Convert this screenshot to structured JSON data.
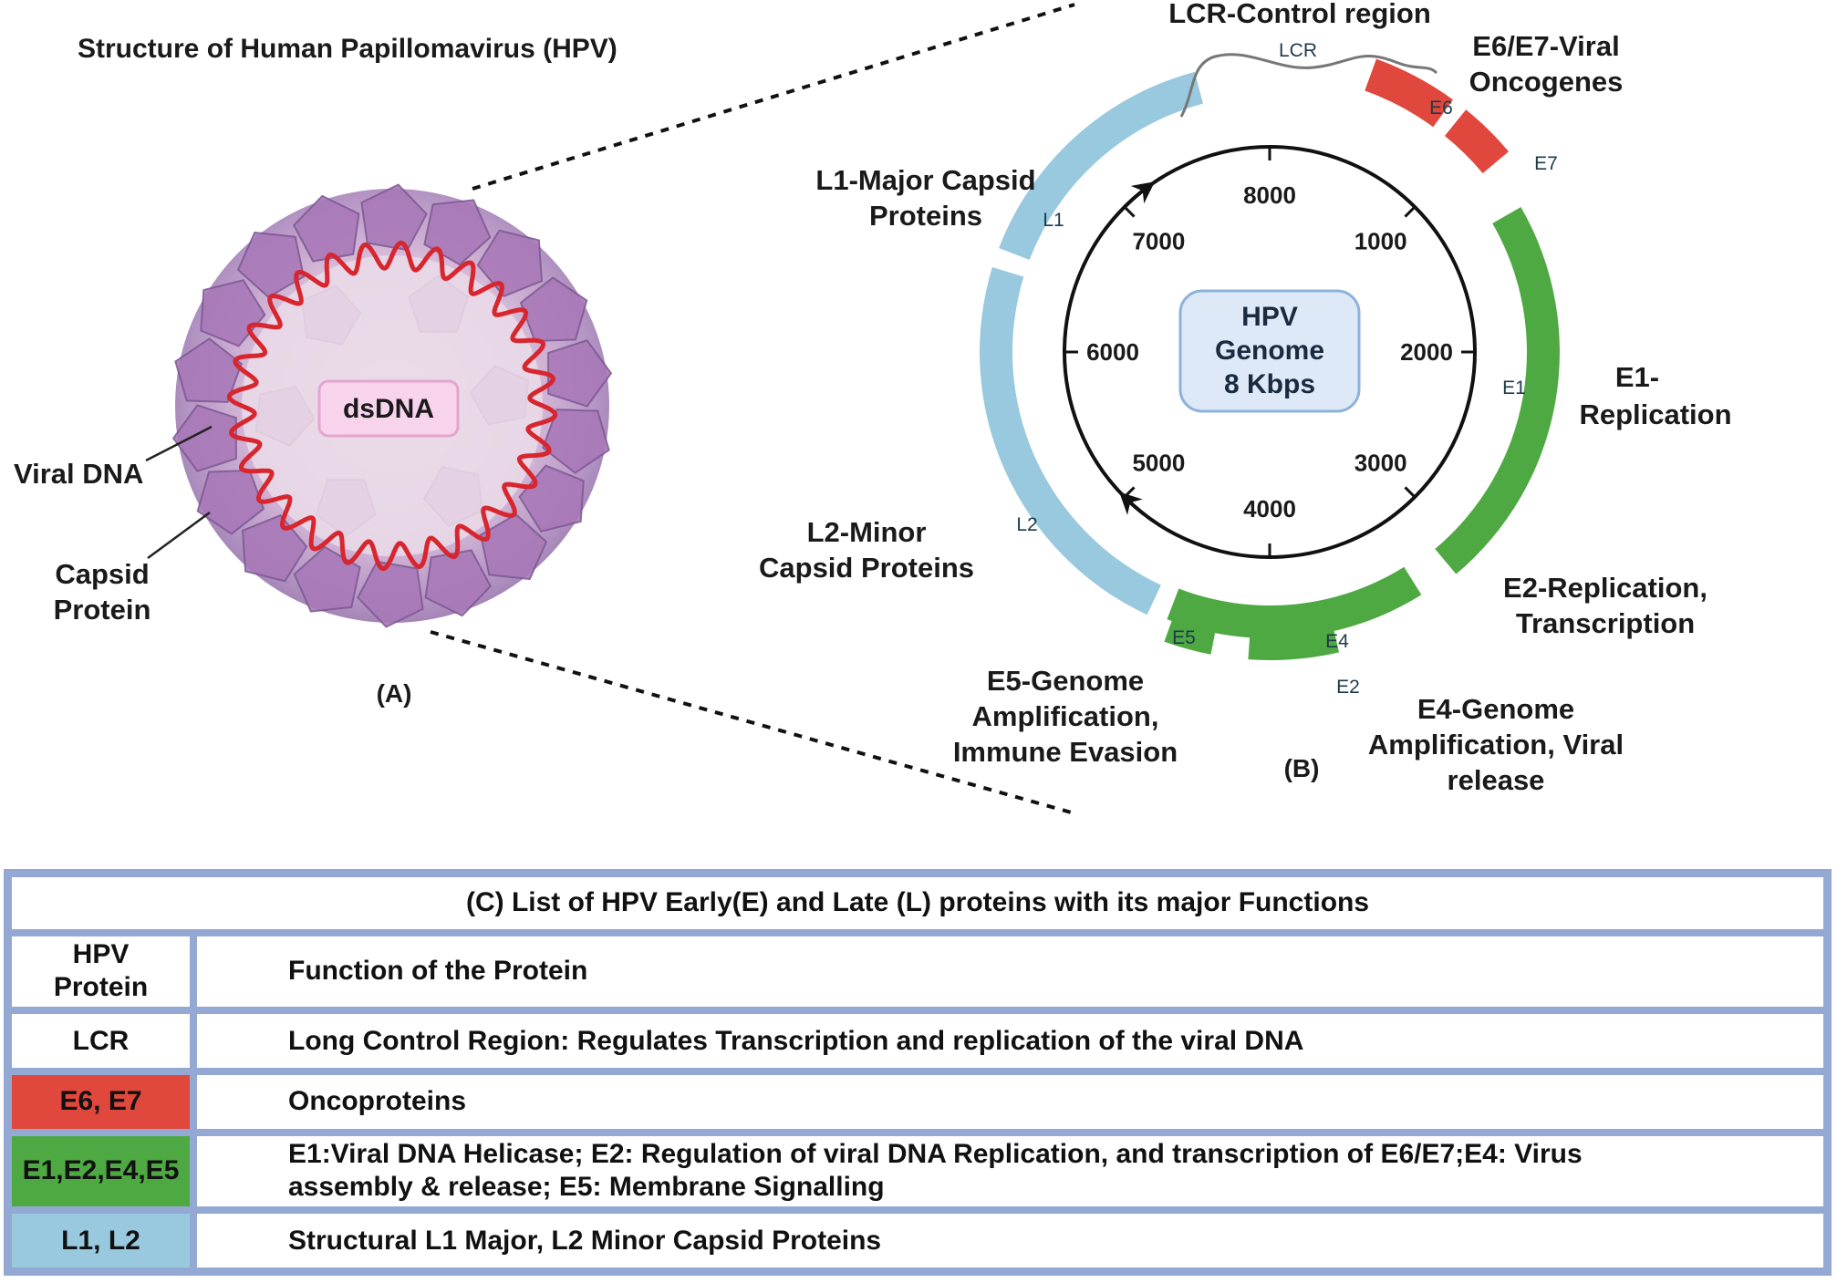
{
  "structure_title": "Structure of Human Papillomavirus (HPV)",
  "virus": {
    "dsdna": "dsDNA",
    "viral_dna": "Viral DNA",
    "capsid_1": "Capsid",
    "capsid_2": "Protein",
    "panel": "(A)"
  },
  "genome": {
    "center_1": "HPV",
    "center_2": "Genome",
    "center_3": "8 Kbps",
    "ticks": [
      "1000",
      "2000",
      "3000",
      "4000",
      "5000",
      "6000",
      "7000",
      "8000"
    ],
    "segments": {
      "lcr": "LCR",
      "e6": "E6",
      "e7": "E7",
      "e1": "E1",
      "e2": "E2",
      "e4": "E4",
      "e5": "E5",
      "l1": "L1",
      "l2": "L2"
    },
    "labels": {
      "lcr": "LCR-Control region",
      "e6e7_1": "E6/E7-Viral",
      "e6e7_2": "Oncogenes",
      "l1_1": "L1-Major Capsid",
      "l1_2": "Proteins",
      "e1_1": "E1-",
      "e1_2": "Replication",
      "l2_1": "L2-Minor",
      "l2_2": "Capsid Proteins",
      "e2_1": "E2-Replication,",
      "e2_2": "Transcription",
      "e5_1": "E5-Genome",
      "e5_2": "Amplification,",
      "e5_3": "Immune Evasion",
      "e4_1": "E4-Genome",
      "e4_2": "Amplification, Viral",
      "e4_3": "release"
    },
    "panel": "(B)",
    "colors": {
      "early": "#4ea943",
      "onco": "#e0473d",
      "late": "#98c9de"
    }
  },
  "table": {
    "caption": "(C) List of HPV Early(E) and Late (L) proteins  with its major Functions",
    "header_protein_1": "HPV",
    "header_protein_2": "Protein",
    "header_function": "Function of the Protein",
    "rows": [
      {
        "protein": "LCR",
        "function": "Long Control Region: Regulates Transcription and  replication of the viral DNA"
      },
      {
        "protein": "E6, E7",
        "function": "Oncoproteins"
      },
      {
        "protein": "E1,E2,E4,E5",
        "function": "E1:Viral DNA Helicase; E2: Regulation of viral  DNA Replication, and transcription of E6/E7;E4: Virus",
        "function_2": "assembly & release;    E5: Membrane Signalling"
      },
      {
        "protein": "L1, L2",
        "function": "Structural L1 Major, L2 Minor Capsid Proteins"
      }
    ]
  }
}
